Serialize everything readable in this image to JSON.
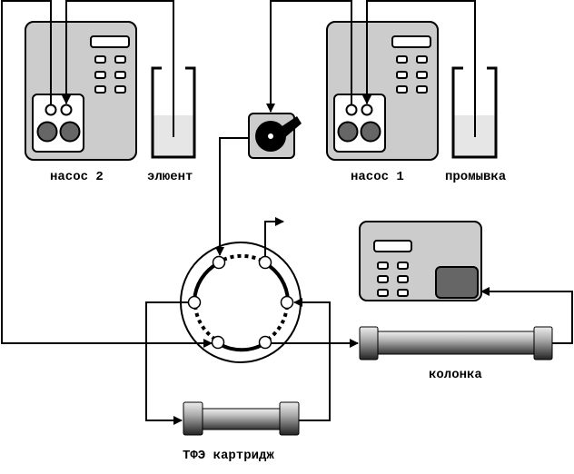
{
  "labels": {
    "pump2": "насос 2",
    "eluent": "элюент",
    "pump1": "насос 1",
    "wash": "промывка",
    "column": "колонка",
    "spe_cartridge": "ТФЭ картридж"
  },
  "colors": {
    "device_body": "#cccccc",
    "pump_head_dark": "#666666",
    "liquid": "#e6e6e6",
    "detector_window": "#666666",
    "line": "#000000"
  }
}
